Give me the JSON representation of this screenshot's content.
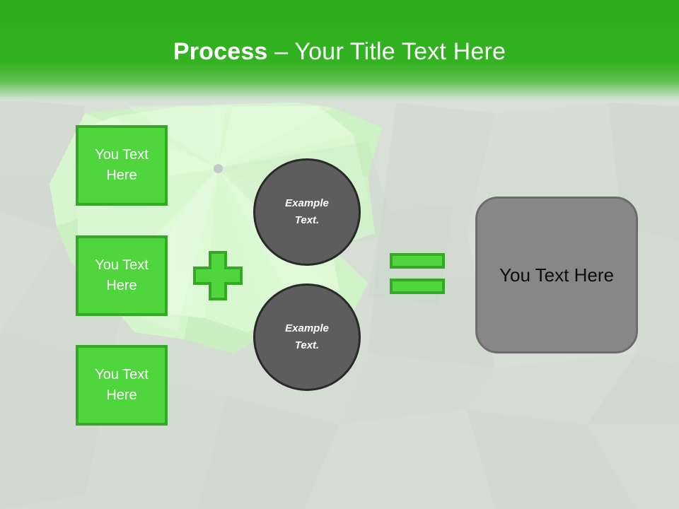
{
  "slide": {
    "title_bold": "Process ",
    "title_rest": "– Your Title Text Here",
    "title_full": "Process – Your Title Text Here"
  },
  "theme": {
    "header_green_top": "#2fab1c",
    "header_green_bottom": "#d8e0d8",
    "accent_green_fill": "#4fd63c",
    "accent_green_border": "#36a828",
    "dark_fill": "#5d5d5d",
    "dark_border": "#292929",
    "result_fill": "#878787",
    "result_border": "#6d6d6d",
    "background": "#d6ded6",
    "starburst": "#d5f5cb",
    "title_text": "#ffffff",
    "result_text": "#0c0c0c"
  },
  "inputs": {
    "label": "You Text\nHere",
    "items": [
      {
        "text": "You Text Here",
        "line1": "You Text",
        "line2": "Here"
      },
      {
        "text": "You Text Here",
        "line1": "You Text",
        "line2": "Here"
      },
      {
        "text": "You Text Here",
        "line1": "You Text",
        "line2": "Here"
      }
    ]
  },
  "operators": {
    "plus": "+",
    "equals": "="
  },
  "circles": [
    {
      "line1": "Example",
      "line2": "Text.",
      "text": "Example Text."
    },
    {
      "line1": "Example",
      "line2": "Text.",
      "text": "Example Text."
    }
  ],
  "result": {
    "text": "You Text Here"
  },
  "icons": {
    "plus": "plus-icon",
    "equals": "equals-icon",
    "dot": "radial-origin-dot"
  }
}
